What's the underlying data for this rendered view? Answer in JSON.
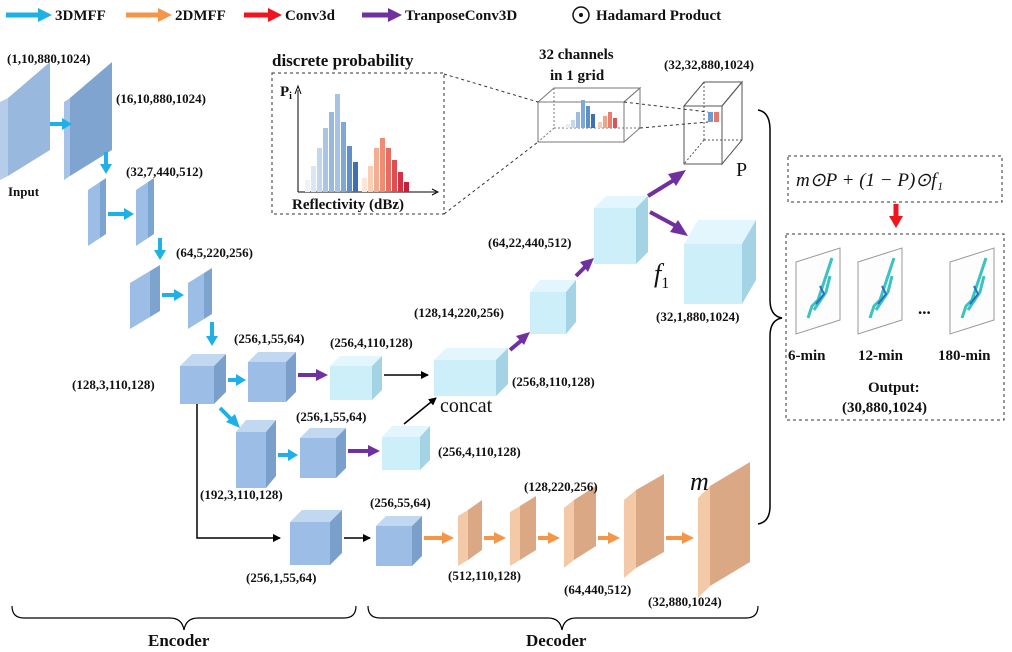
{
  "legend": {
    "items": [
      {
        "label": "3DMFF",
        "color": "#1fb0e8"
      },
      {
        "label": "2DMFF",
        "color": "#f4964a"
      },
      {
        "label": "Conv3d",
        "color": "#f0141e"
      },
      {
        "label": "TranposeConv3D",
        "color": "#7030a0"
      }
    ],
    "hadamard_label": "Hadamard Product",
    "hadamard_symbol": "⊙"
  },
  "colors": {
    "encoder_blue": "#8db3e2",
    "decoder_light": "#c9ecf7",
    "decoder_orange": "#f4c9a8"
  },
  "labels": {
    "input_shape": "(1,10,880,1024)",
    "input": "Input",
    "enc1": "(16,10,880,1024)",
    "enc2": "(32,7,440,512)",
    "enc3": "(64,5,220,256)",
    "enc4": "(128,3,110,128)",
    "branch_a1": "(256,1,55,64)",
    "branch_a2": "(256,4,110,128)",
    "branch_b1": "(256,1,55,64)",
    "branch_b0": "(192,3,110,128)",
    "branch_b2": "(256,4,110,128)",
    "concat_shape": "(256,8,110,128)",
    "concat": "concat",
    "dec1": "(128,14,220,256)",
    "dec2": "(64,22,440,512)",
    "f1_shape": "(32,1,880,1024)",
    "p_shape": "(32,32,880,1024)",
    "p": "P",
    "grid1": "32 channels",
    "grid2": "in 1 grid",
    "prob_title": "discrete probability",
    "prob_y": "P",
    "prob_y_sub": "i",
    "prob_x": "Reflectivity (dBz)",
    "m_enc": "(256,1,55,64)",
    "m_start": "(256,55,64)",
    "m1": "(512,110,128)",
    "m2": "(128,220,256)",
    "m3": "(64,440,512)",
    "m4": "(32,880,1024)",
    "m": "m",
    "f1": "f",
    "f1_sub": "1",
    "formula": "m⊙P + (1 − P)⊙f₁",
    "out_6": "6-min",
    "out_12": "12-min",
    "out_180": "180-min",
    "ellipsis": "...",
    "output1": "Output:",
    "output2": "(30,880,1024)",
    "encoder": "Encoder",
    "decoder": "Decoder"
  }
}
